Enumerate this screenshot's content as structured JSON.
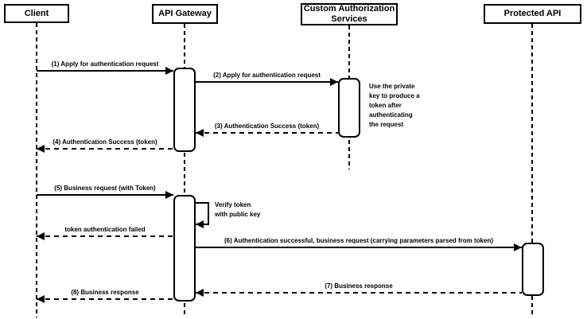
{
  "diagram": {
    "type": "sequence-diagram",
    "colors": {
      "stroke": "#000000",
      "fill": "#ffffff",
      "background": "#ffffff"
    },
    "actors": [
      {
        "label": "Client"
      },
      {
        "label": "API Gateway"
      },
      {
        "label": "Custom Authorization Services"
      },
      {
        "label": "Protected API"
      }
    ],
    "messages": [
      {
        "label": "(1) Apply for authentication request",
        "from": "Client",
        "to": "API Gateway",
        "style": "solid"
      },
      {
        "label": "(2) Apply for authentication request",
        "from": "API Gateway",
        "to": "Custom Authorization Services",
        "style": "solid"
      },
      {
        "label": "(3) Authentication Success (token)",
        "from": "Custom Authorization Services",
        "to": "API Gateway",
        "style": "dashed"
      },
      {
        "label": "(4) Authentication Success (token)",
        "from": "API Gateway",
        "to": "Client",
        "style": "dashed"
      },
      {
        "label": "(5) Business request (with Token)",
        "from": "Client",
        "to": "API Gateway",
        "style": "solid"
      },
      {
        "label": "token authentication failed",
        "from": "API Gateway",
        "to": "Client",
        "style": "dashed"
      },
      {
        "label": "(6) Authentication successful, business request (carrying parameters parsed from token)",
        "from": "API Gateway",
        "to": "Protected API",
        "style": "solid"
      },
      {
        "label": "(7) Business response",
        "from": "Protected API",
        "to": "API Gateway",
        "style": "dashed"
      },
      {
        "label": "(8) Business response",
        "from": "API Gateway",
        "to": "Client",
        "style": "dashed"
      }
    ],
    "self_message": {
      "actor": "API Gateway",
      "label": "Verify token\nwith public key"
    },
    "note": {
      "actor": "Custom Authorization Services",
      "text": "Use the private\nkey to produce a\ntoken after\nauthenticating\nthe request"
    }
  }
}
